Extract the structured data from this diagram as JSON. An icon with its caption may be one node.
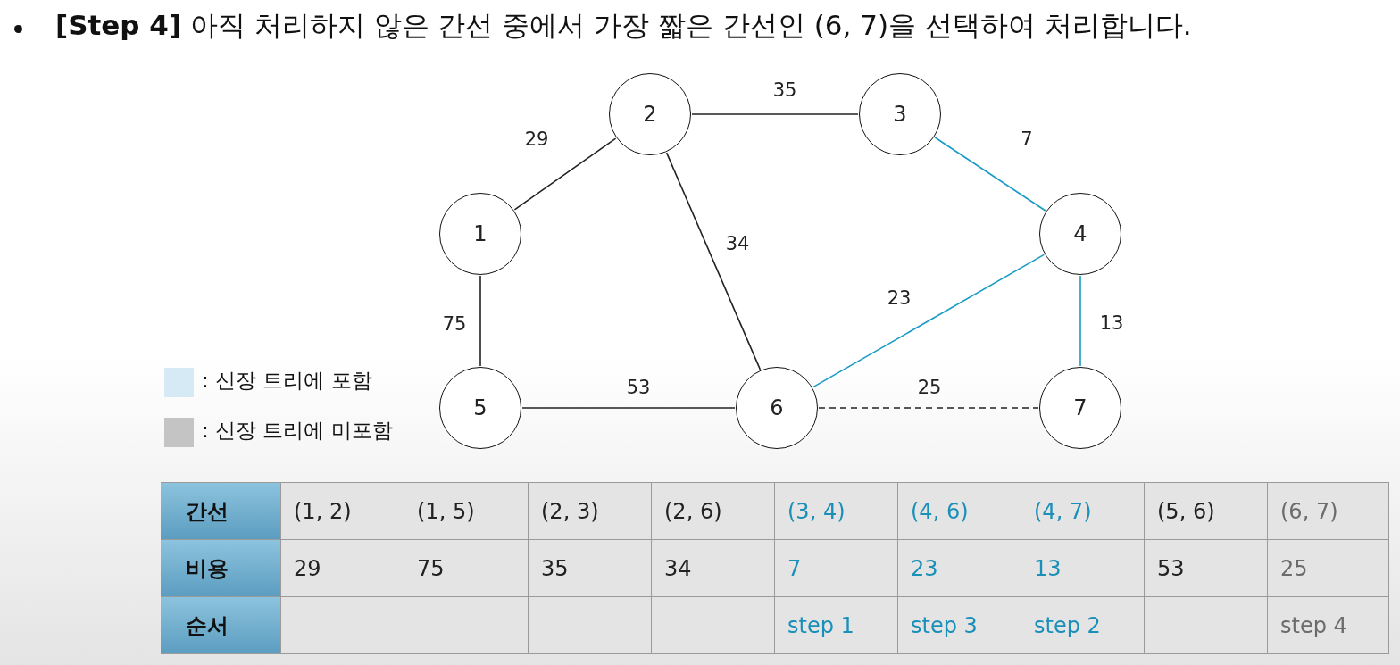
{
  "diagram": {
    "title": "**[Step 4]** 아직 처리하지 않은 간선 중에서 가장 짧은 간선인 (6, 7)을 선택하여 처리합니다.",
    "nodes": [
      {
        "text": [
          "1"
        ]
      },
      {
        "text": [
          "2"
        ]
      },
      {
        "text": [
          "3"
        ]
      },
      {
        "text": [
          "4"
        ]
      },
      {
        "text": [
          "5"
        ]
      },
      {
        "text": [
          "6"
        ]
      },
      {
        "text": [
          "7"
        ]
      }
    ],
    "edges": [
      {
        "from": 0,
        "to": 1,
        "arrow": "none",
        "label": "29"
      },
      {
        "from": 1,
        "to": 2,
        "arrow": "none",
        "label": "35"
      },
      {
        "from": 2,
        "to": 3,
        "arrow": "none",
        "label": "7",
        "color": "#1a9bc6"
      },
      {
        "from": 1,
        "to": 5,
        "arrow": "none",
        "label": "34"
      },
      {
        "from": 0,
        "to": 4,
        "arrow": "none",
        "label": "75"
      },
      {
        "from": 3,
        "to": 5,
        "arrow": "none",
        "label": "23",
        "color": "#1a9bc6"
      },
      {
        "from": 3,
        "to": 6,
        "arrow": "none",
        "label": "13",
        "color": "#1a9bc6"
      },
      {
        "from": 4,
        "to": 5,
        "arrow": "none",
        "label": "53"
      },
      {
        "from": 5,
        "to": 6,
        "arrow": "none",
        "label": "25",
        "style": "dashed"
      }
    ],
    "labels": [
      "간선",
      "(1, 2)",
      "(1, 5)",
      "(2, 3)",
      "(2, 6)",
      "(3, 4)",
      "(4, 6)",
      "(4, 7)",
      "(5, 6)",
      "(6, 7)",
      "비용",
      "29",
      "75",
      "35",
      "34",
      "7",
      "23",
      "13",
      "53",
      "25",
      "순서",
      "step 1",
      "step 3",
      "step 2",
      "step 4"
    ],
    "legend": [
      {
        "text": ": 신장 트리에 포함",
        "color": "#d6eaf6"
      },
      {
        "text": ": 신장 트리에 미포함",
        "color": "#c4c4c4"
      }
    ]
  }
}
